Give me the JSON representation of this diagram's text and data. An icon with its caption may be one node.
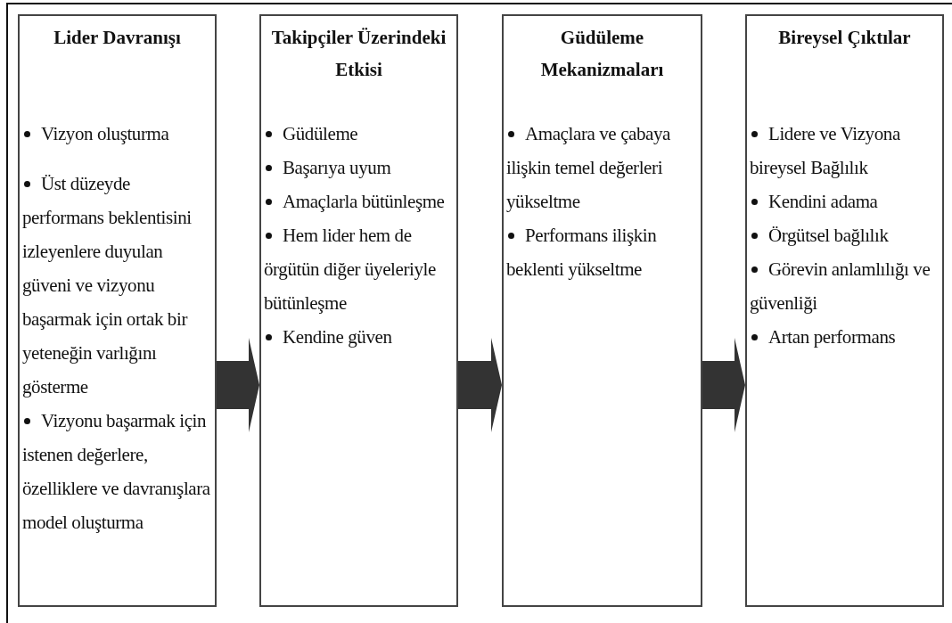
{
  "diagram": {
    "nodes": [
      {
        "text": [
          "Lider Davranışı",
          "Vizyon oluşturma",
          "Üst düzeyde performans beklentisini izleyenlere duyulan güveni ve vizyonu başarmak için ortak bir yeteneğin varlığını gösterme",
          "Vizyonu başarmak için istenen değerlere, özelliklere ve davranışlara model oluşturma"
        ]
      },
      {
        "text": [
          "Takipçiler Üzerindeki Etkisi",
          "Güdüleme",
          "Başarıya uyum",
          "Amaçlarla bütünleşme",
          "Hem lider hem de örgütün diğer üyeleriyle bütünleşme",
          "Kendine güven"
        ]
      },
      {
        "text": [
          "Güdüleme Mekanizmaları",
          "Amaçlara ve çabaya ilişkin temel değerleri yükseltme",
          "Performans ilişkin beklenti yükseltme"
        ]
      },
      {
        "text": [
          "Bireysel Çıktılar",
          "Lidere ve Vizyona bireysel Bağlılık",
          "Kendini adama",
          "Örgütsel bağlılık",
          "Görevin anlamlılığı ve güvenliği",
          "Artan performans"
        ]
      }
    ],
    "edges": [
      {
        "from": 0,
        "to": 1,
        "arrow": "to"
      },
      {
        "from": 1,
        "to": 2,
        "arrow": "to"
      },
      {
        "from": 2,
        "to": 3,
        "arrow": "to"
      }
    ]
  }
}
